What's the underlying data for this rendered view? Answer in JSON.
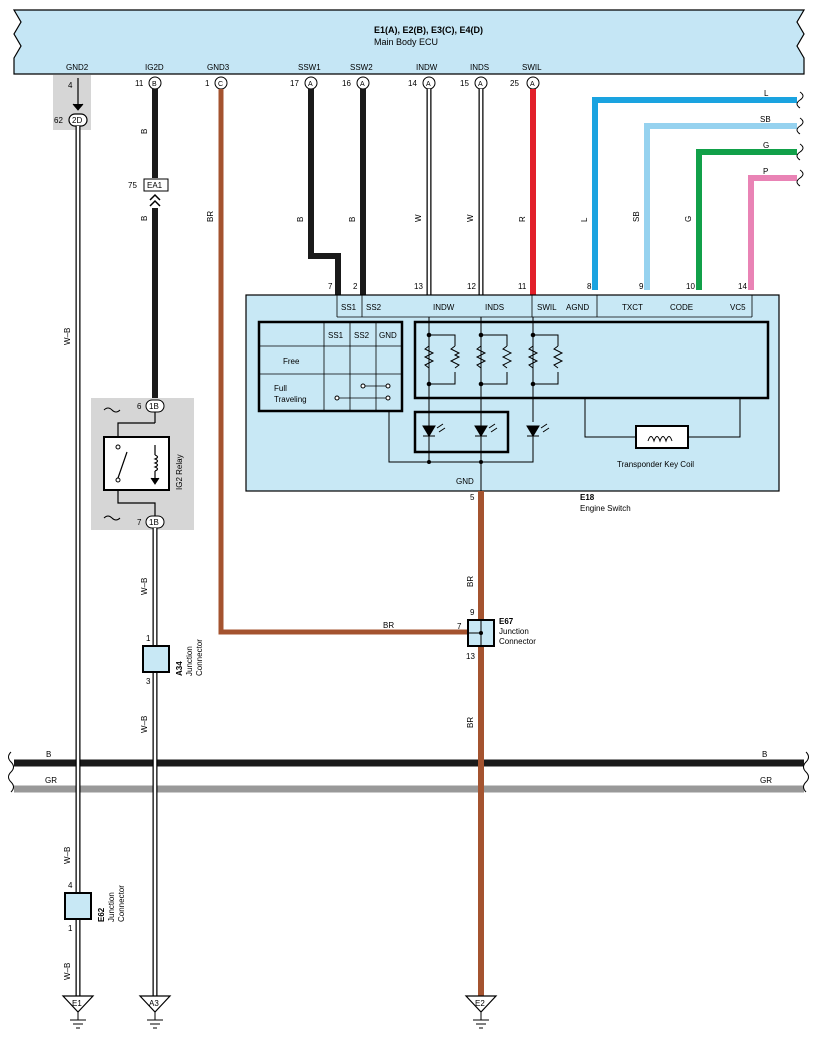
{
  "colors": {
    "ecu_fill": "#c5e6f5",
    "component_fill": "#c8e8f5",
    "ground_zone_fill": "#d6d6d6",
    "wire_black": "#1a1a1a",
    "wire_brown": "#a4532f",
    "wire_red": "#e2202a",
    "wire_blue": "#1aa3e0",
    "wire_sky": "#96d2ef",
    "wire_green": "#11a049",
    "wire_pink": "#e983b5",
    "wire_gray": "#999999"
  },
  "ecu": {
    "title": "E1(A), E2(B), E3(C), E4(D)",
    "subtitle": "Main Body ECU",
    "terminals": [
      {
        "name": "GND2",
        "pin": "4",
        "conn": ""
      },
      {
        "name": "IG2D",
        "pin": "11",
        "conn": "B"
      },
      {
        "name": "GND3",
        "pin": "1",
        "conn": "C"
      },
      {
        "name": "SSW1",
        "pin": "17",
        "conn": "A"
      },
      {
        "name": "SSW2",
        "pin": "16",
        "conn": "A"
      },
      {
        "name": "INDW",
        "pin": "14",
        "conn": "A"
      },
      {
        "name": "INDS",
        "pin": "15",
        "conn": "A"
      },
      {
        "name": "SWIL",
        "pin": "25",
        "conn": "A"
      }
    ]
  },
  "offpage_wires": [
    {
      "color_code": "L"
    },
    {
      "color_code": "SB"
    },
    {
      "color_code": "G"
    },
    {
      "color_code": "P"
    }
  ],
  "gnd2_connector": {
    "pin": "62",
    "conn": "2D"
  },
  "ig2d_wire": {
    "code_upper": "B",
    "code_lower": "B"
  },
  "ea1_connector": {
    "pin": "75",
    "label": "EA1"
  },
  "gnd3_wire": {
    "code": "BR",
    "code_h": "BR"
  },
  "ecu_wire_codes": [
    "B",
    "B",
    "W",
    "W",
    "R",
    "L",
    "SB",
    "G"
  ],
  "engine_switch": {
    "code": "E18",
    "name": "Engine Switch",
    "pins": [
      "7",
      "2",
      "13",
      "12",
      "11",
      "8",
      "9",
      "10",
      "14"
    ],
    "terminals": [
      "SS1",
      "SS2",
      "INDW",
      "INDS",
      "SWIL",
      "AGND",
      "TXCT",
      "CODE",
      "VC5"
    ],
    "table": {
      "headers": [
        "SS1",
        "SS2",
        "GND"
      ],
      "rows": [
        {
          "label": "Free"
        },
        {
          "label_line1": "Full",
          "label_line2": "Traveling"
        }
      ]
    },
    "coil_label": "Transponder Key Coil",
    "gnd_label": "GND",
    "gnd_pin": "5"
  },
  "ig2_relay": {
    "name": "IG2 Relay",
    "pin_top": "6",
    "conn_top": "1B",
    "pin_bottom": "7",
    "conn_bottom": "1B",
    "wire_code": "W–B"
  },
  "a34": {
    "code": "A34",
    "line1": "Junction",
    "line2": "Connector",
    "pin_top": "1",
    "pin_bottom": "3",
    "wire_code_below": "W–B"
  },
  "e67": {
    "code": "E67",
    "line1": "Junction",
    "line2": "Connector",
    "pin_top": "9",
    "pin_left": "7",
    "pin_bottom": "13",
    "wire_code_above": "BR",
    "wire_code_below": "BR"
  },
  "e62": {
    "code": "E62",
    "line1": "Junction",
    "line2": "Connector",
    "pin_top": "4",
    "pin_bottom": "1",
    "wire_code_above": "W–B",
    "wire_code_below": "W–B"
  },
  "gnd2_wire_code": "W–B",
  "buses": [
    {
      "code_left": "B",
      "code_right": "B"
    },
    {
      "code_left": "GR",
      "code_right": "GR"
    }
  ],
  "grounds": [
    {
      "label": "E1"
    },
    {
      "label": "A3"
    },
    {
      "label": "E2"
    }
  ]
}
